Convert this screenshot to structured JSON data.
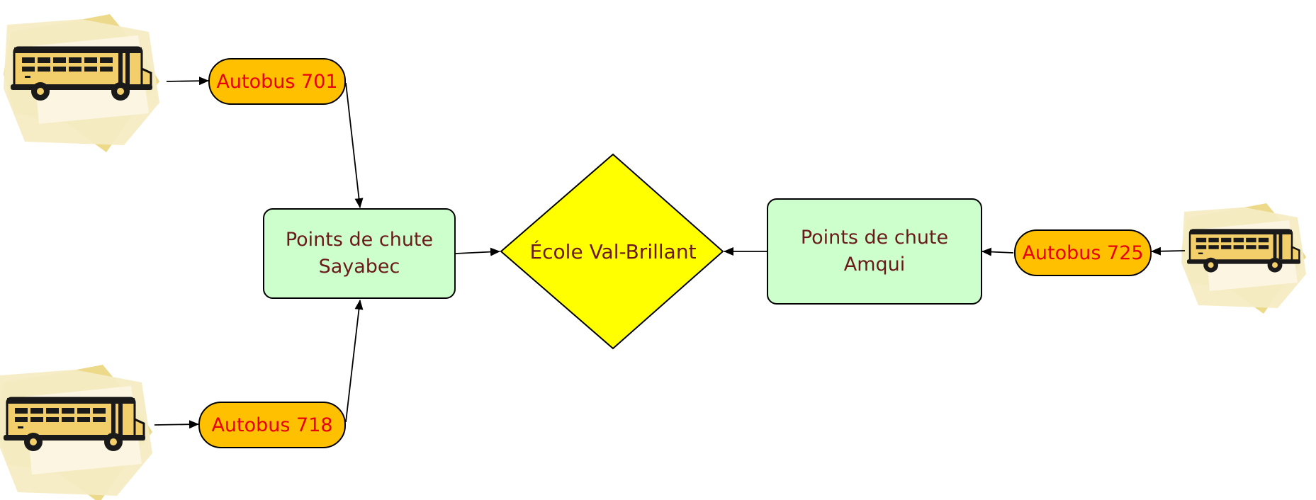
{
  "colors": {
    "pill_fill": "#ffc000",
    "pill_text": "#e8000b",
    "box_fill": "#ccffcc",
    "diamond_fill": "#ffff00",
    "label_text": "#6a1a1a",
    "bus_body": "#f2cf6a",
    "starburst": "#f5e7b0"
  },
  "buses": {
    "b701": {
      "icon": "school-bus-icon",
      "label": "Autobus 701"
    },
    "b718": {
      "icon": "school-bus-icon",
      "label": "Autobus 718"
    },
    "b725": {
      "icon": "school-bus-icon",
      "label": "Autobus 725"
    }
  },
  "dropoffs": {
    "sayabec": {
      "line1": "Points de chute",
      "line2": "Sayabec"
    },
    "amqui": {
      "line1": "Points de chute",
      "line2": "Amqui"
    }
  },
  "school": {
    "label": "École Val-Brillant"
  }
}
